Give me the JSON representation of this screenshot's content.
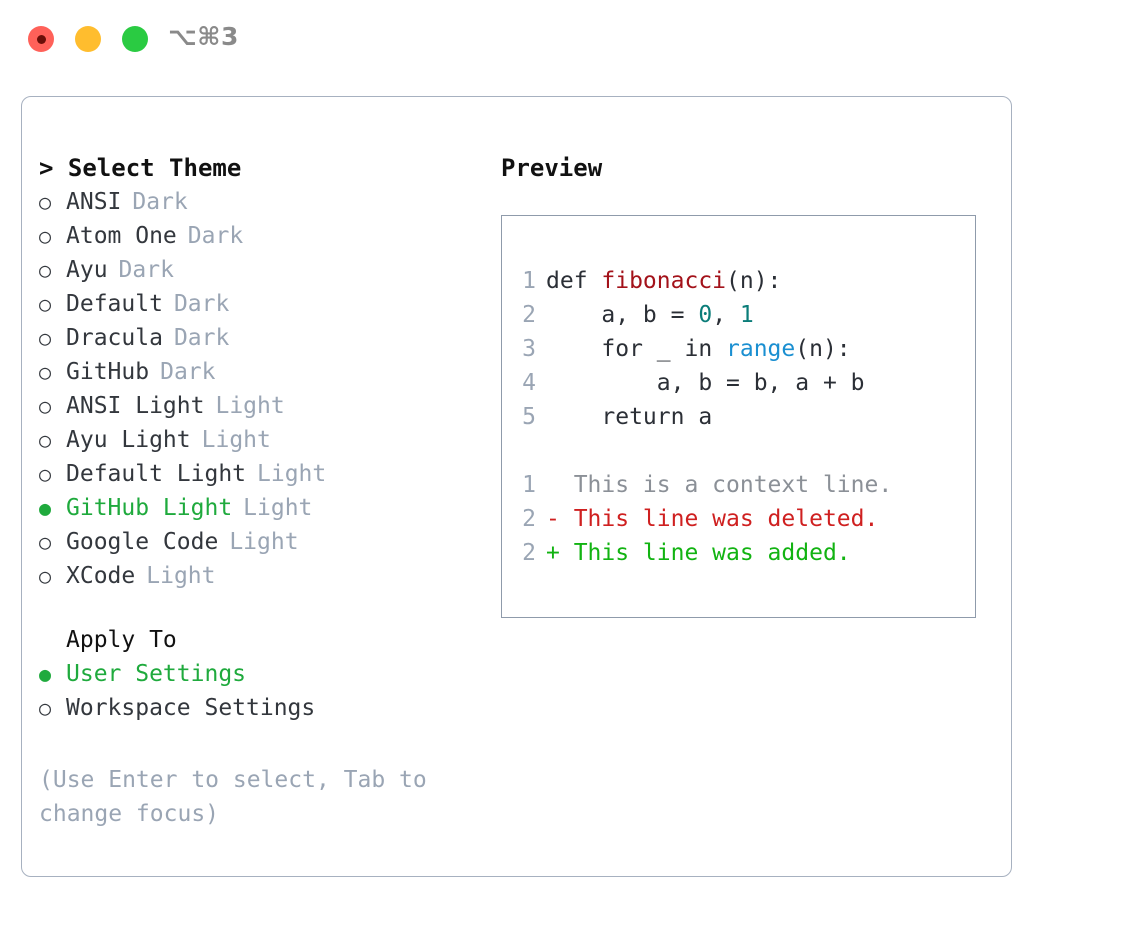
{
  "titlebar": {
    "shortcut": "⌥⌘3",
    "buttons": [
      {
        "name": "close",
        "color": "#ff6159"
      },
      {
        "name": "minimize",
        "color": "#ffbd2e"
      },
      {
        "name": "maximize",
        "color": "#2acb42"
      }
    ]
  },
  "theme_selector": {
    "heading": "> Select Theme",
    "caret": ">",
    "heading_label": "Select Theme",
    "bullet_unselected": "○",
    "bullet_selected": "●",
    "selected_color": "#1faa3d",
    "badge_color": "#9aa5b4",
    "items": [
      {
        "label": "ANSI",
        "badge": "Dark",
        "selected": false
      },
      {
        "label": "Atom One",
        "badge": "Dark",
        "selected": false
      },
      {
        "label": "Ayu",
        "badge": "Dark",
        "selected": false
      },
      {
        "label": "Default",
        "badge": "Dark",
        "selected": false
      },
      {
        "label": "Dracula",
        "badge": "Dark",
        "selected": false
      },
      {
        "label": "GitHub",
        "badge": "Dark",
        "selected": false
      },
      {
        "label": "ANSI Light",
        "badge": "Light",
        "selected": false
      },
      {
        "label": "Ayu Light",
        "badge": "Light",
        "selected": false
      },
      {
        "label": "Default Light",
        "badge": "Light",
        "selected": false
      },
      {
        "label": "GitHub Light",
        "badge": "Light",
        "selected": true
      },
      {
        "label": "Google Code",
        "badge": "Light",
        "selected": false
      },
      {
        "label": "XCode",
        "badge": "Light",
        "selected": false
      }
    ]
  },
  "apply_to": {
    "heading": "Apply To",
    "items": [
      {
        "label": "User Settings",
        "selected": true
      },
      {
        "label": "Workspace Settings",
        "selected": false
      }
    ]
  },
  "hint": "(Use Enter to select, Tab to change focus)",
  "preview": {
    "heading": "Preview",
    "code_lines": [
      {
        "number": "1",
        "tokens": [
          {
            "text": "def ",
            "style": "plain"
          },
          {
            "text": "fibonacci",
            "style": "fn"
          },
          {
            "text": "(n):",
            "style": "plain"
          }
        ]
      },
      {
        "number": "2",
        "tokens": [
          {
            "text": "    a, b = ",
            "style": "plain"
          },
          {
            "text": "0",
            "style": "num"
          },
          {
            "text": ", ",
            "style": "plain"
          },
          {
            "text": "1",
            "style": "num"
          }
        ]
      },
      {
        "number": "3",
        "tokens": [
          {
            "text": "    for _ in ",
            "style": "plain"
          },
          {
            "text": "range",
            "style": "builtin"
          },
          {
            "text": "(n):",
            "style": "plain"
          }
        ]
      },
      {
        "number": "4",
        "tokens": [
          {
            "text": "        a, b = b, a + b",
            "style": "plain"
          }
        ]
      },
      {
        "number": "5",
        "tokens": [
          {
            "text": "    return a",
            "style": "plain"
          }
        ]
      }
    ],
    "diff_lines": [
      {
        "number": "1",
        "marker": " ",
        "text": "  This is a context line.",
        "style": "ctx"
      },
      {
        "number": "2",
        "marker": "-",
        "text": "- This line was deleted.",
        "style": "del"
      },
      {
        "number": "2",
        "marker": "+",
        "text": "+ This line was added.",
        "style": "add"
      }
    ],
    "colors": {
      "function": "#a3121a",
      "number": "#0b7d79",
      "builtin": "#1a8fd1",
      "context": "#8b9097",
      "deleted": "#cf2020",
      "added": "#12b312",
      "line_number": "#9aa5b4"
    }
  }
}
